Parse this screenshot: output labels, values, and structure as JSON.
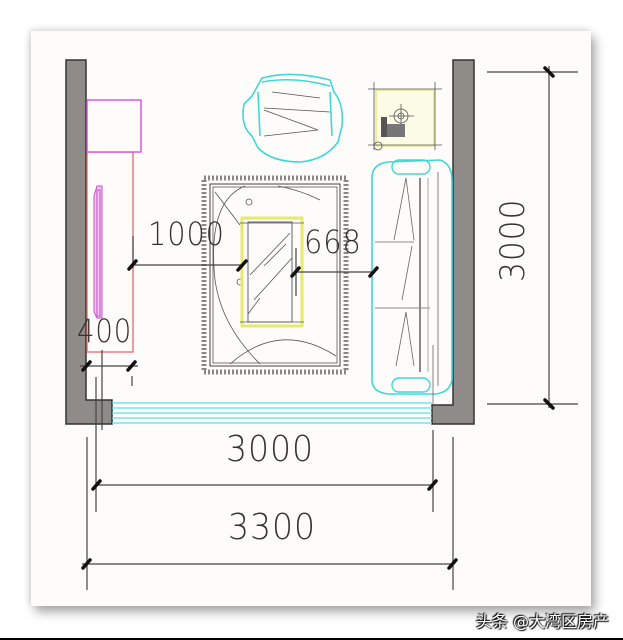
{
  "diagram": {
    "type": "living-room floor plan (CAD)",
    "dimensions": {
      "interior_width": "3000",
      "overall_width": "3300",
      "room_depth": "3000",
      "tv_cabinet_depth": "400",
      "tv_to_coffee_table": "1000",
      "coffee_table_to_sofa": "668"
    },
    "elements": [
      {
        "name": "left-wall",
        "color": "#8e8b88"
      },
      {
        "name": "right-wall",
        "color": "#8e8b88"
      },
      {
        "name": "tv-cabinet",
        "color": "#e06a6a"
      },
      {
        "name": "tv-unit",
        "color": "#d84fd8"
      },
      {
        "name": "armchair",
        "color": "#3fd8d8"
      },
      {
        "name": "side-table-with-phone",
        "color": "#e8e88a"
      },
      {
        "name": "rug",
        "color": "#555555"
      },
      {
        "name": "coffee-table",
        "color": "#e6ea6a"
      },
      {
        "name": "three-seat-sofa",
        "color": "#3fd8d8"
      },
      {
        "name": "sliding-glass-door",
        "color": "#5fe0e0"
      }
    ]
  },
  "watermark": "头条 @大湾区房产"
}
